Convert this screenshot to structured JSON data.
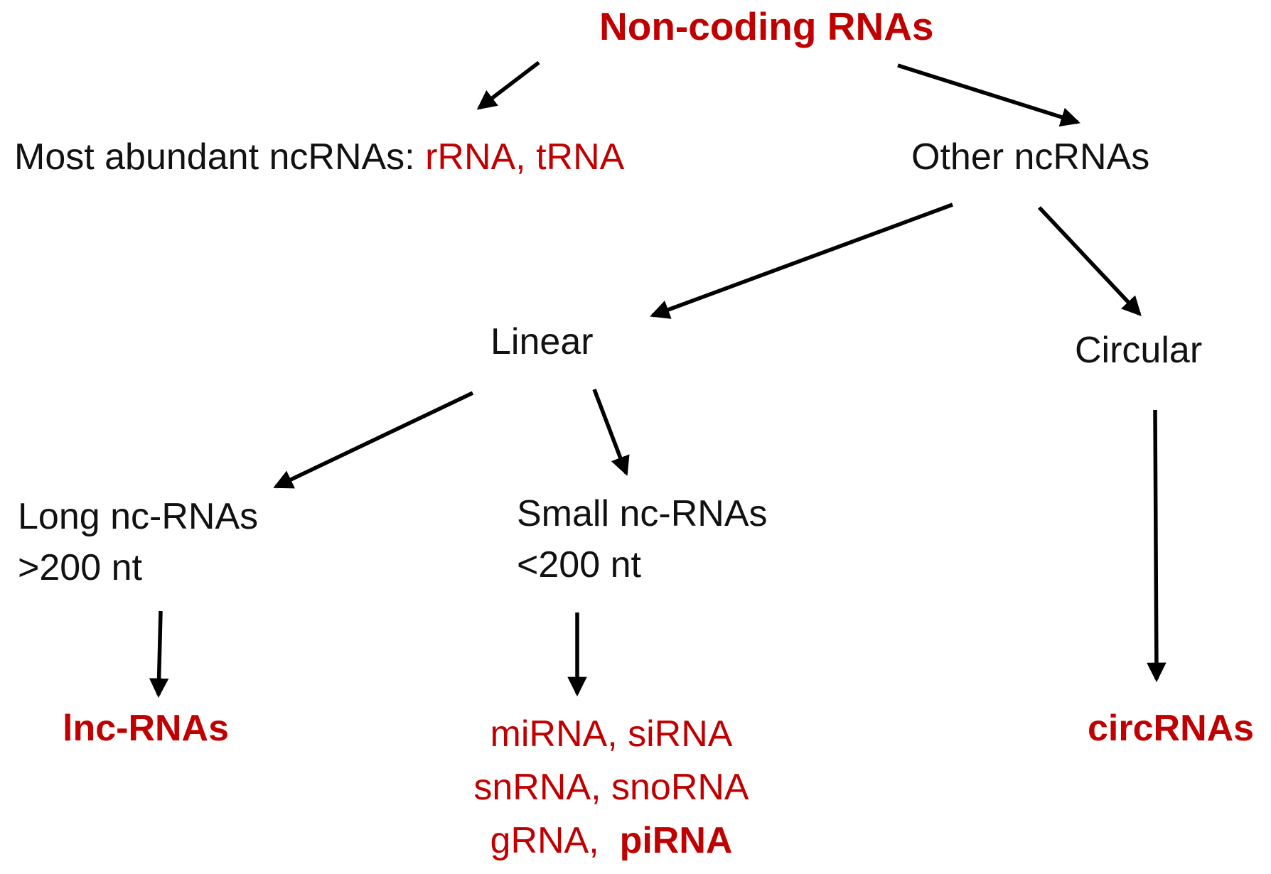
{
  "diagram": {
    "title": "Non-coding RNAs",
    "most_abundant": {
      "prefix": "Most abundant ncRNAs: ",
      "highlight": "rRNA, tRNA"
    },
    "other_ncrnas": "Other ncRNAs",
    "linear": "Linear",
    "circular": "Circular",
    "long_ncrnas": {
      "line1": "Long nc-RNAs",
      "line2": ">200 nt"
    },
    "small_ncrnas": {
      "line1": "Small nc-RNAs",
      "line2": "<200 nt"
    },
    "lnc_rnas": "lnc-RNAs",
    "small_members": {
      "line1": "miRNA, siRNA",
      "line2": "snRNA, snoRNA",
      "line3_prefix": "gRNA,  ",
      "line3_emphasis": "piRNA"
    },
    "circ_rnas": "circRNAs",
    "colors": {
      "highlight": "#c00000",
      "text": "#111111",
      "background": "#ffffff",
      "arrow": "#000000"
    }
  }
}
